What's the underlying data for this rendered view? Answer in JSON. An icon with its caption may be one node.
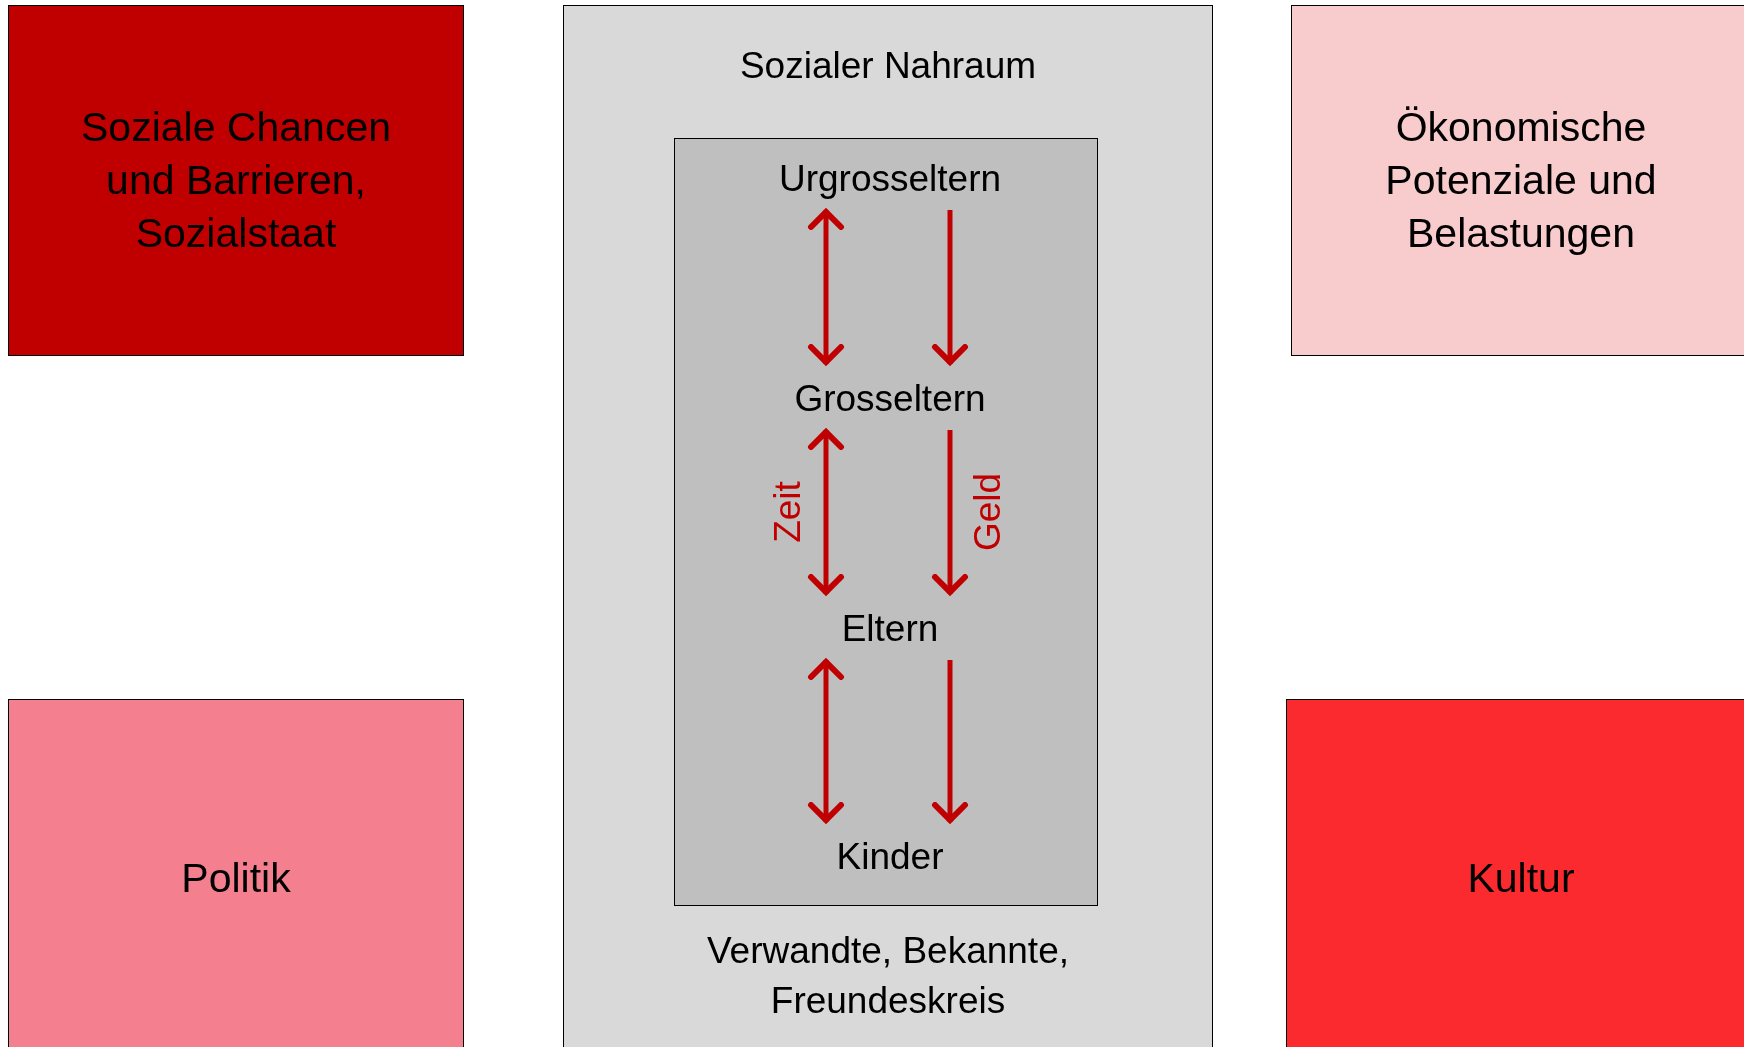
{
  "diagram": {
    "nodes": [
      {
        "text": [
          "Soziale Chancen und Barrieren, Sozialstaat"
        ]
      },
      {
        "text": [
          "Sozialer Nahraum",
          "Verwandte, Bekannte, Freundeskreis"
        ]
      },
      {
        "text": [
          "Ökonomische Potenziale und Belastungen"
        ]
      },
      {
        "text": [],
        "shape": "box",
        "in": 1
      },
      {
        "text": [
          "Urgrosseltern"
        ],
        "in": 3
      },
      {
        "text": [
          "Grosseltern"
        ],
        "in": 3
      },
      {
        "text": [
          "Eltern"
        ],
        "in": 3
      },
      {
        "text": [
          "Kinder"
        ],
        "in": 3
      },
      {
        "text": [
          "Politik"
        ]
      },
      {
        "text": [
          "Kultur"
        ]
      }
    ],
    "edges": [
      {
        "from": 4,
        "to": 5,
        "arrow": "both"
      },
      {
        "from": 4,
        "to": 5,
        "arrow": "to"
      },
      {
        "from": 5,
        "to": 6,
        "arrow": "both",
        "label": "Zeit"
      },
      {
        "from": 5,
        "to": 6,
        "arrow": "to",
        "label": "Geld"
      },
      {
        "from": 6,
        "to": 7,
        "arrow": "both"
      },
      {
        "from": 6,
        "to": 7,
        "arrow": "to"
      }
    ]
  }
}
